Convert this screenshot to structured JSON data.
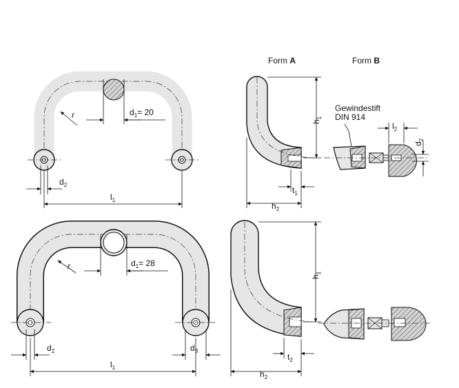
{
  "form_labels": {
    "form_a_prefix": "Form ",
    "form_a_letter": "A",
    "form_b_prefix": "Form ",
    "form_b_letter": "B"
  },
  "callout": {
    "line1": "Gewindestift",
    "line2": "DIN 914"
  },
  "top_handle": {
    "radius_label": "r",
    "d1_symbol": "d",
    "d1_sub": "1",
    "d1_value": "= 20",
    "d2_symbol": "d",
    "d2_sub": "2",
    "l1_symbol": "l",
    "l1_sub": "1"
  },
  "top_side": {
    "h1_symbol": "h",
    "h1_sub": "1",
    "h2_symbol": "h",
    "h2_sub": "2",
    "t1_symbol": "t",
    "t1_sub": "1",
    "l2_symbol": "l",
    "l2_sub": "2",
    "d2_symbol": "d",
    "d2_sub": "2"
  },
  "bottom_handle": {
    "radius_label": "r",
    "d1_symbol": "d",
    "d1_sub": "1",
    "d1_value": "= 28",
    "d2_symbol": "d",
    "d2_sub": "2",
    "d3_symbol": "d",
    "d3_sub": "3",
    "l1_symbol": "l",
    "l1_sub": "1"
  },
  "bottom_side": {
    "h1_symbol": "h",
    "h1_sub": "1",
    "h2_symbol": "h",
    "h2_sub": "2",
    "t2_symbol": "t",
    "t2_sub": "2"
  },
  "colors": {
    "body_fill": "#e6e6e6",
    "line": "#111111"
  }
}
